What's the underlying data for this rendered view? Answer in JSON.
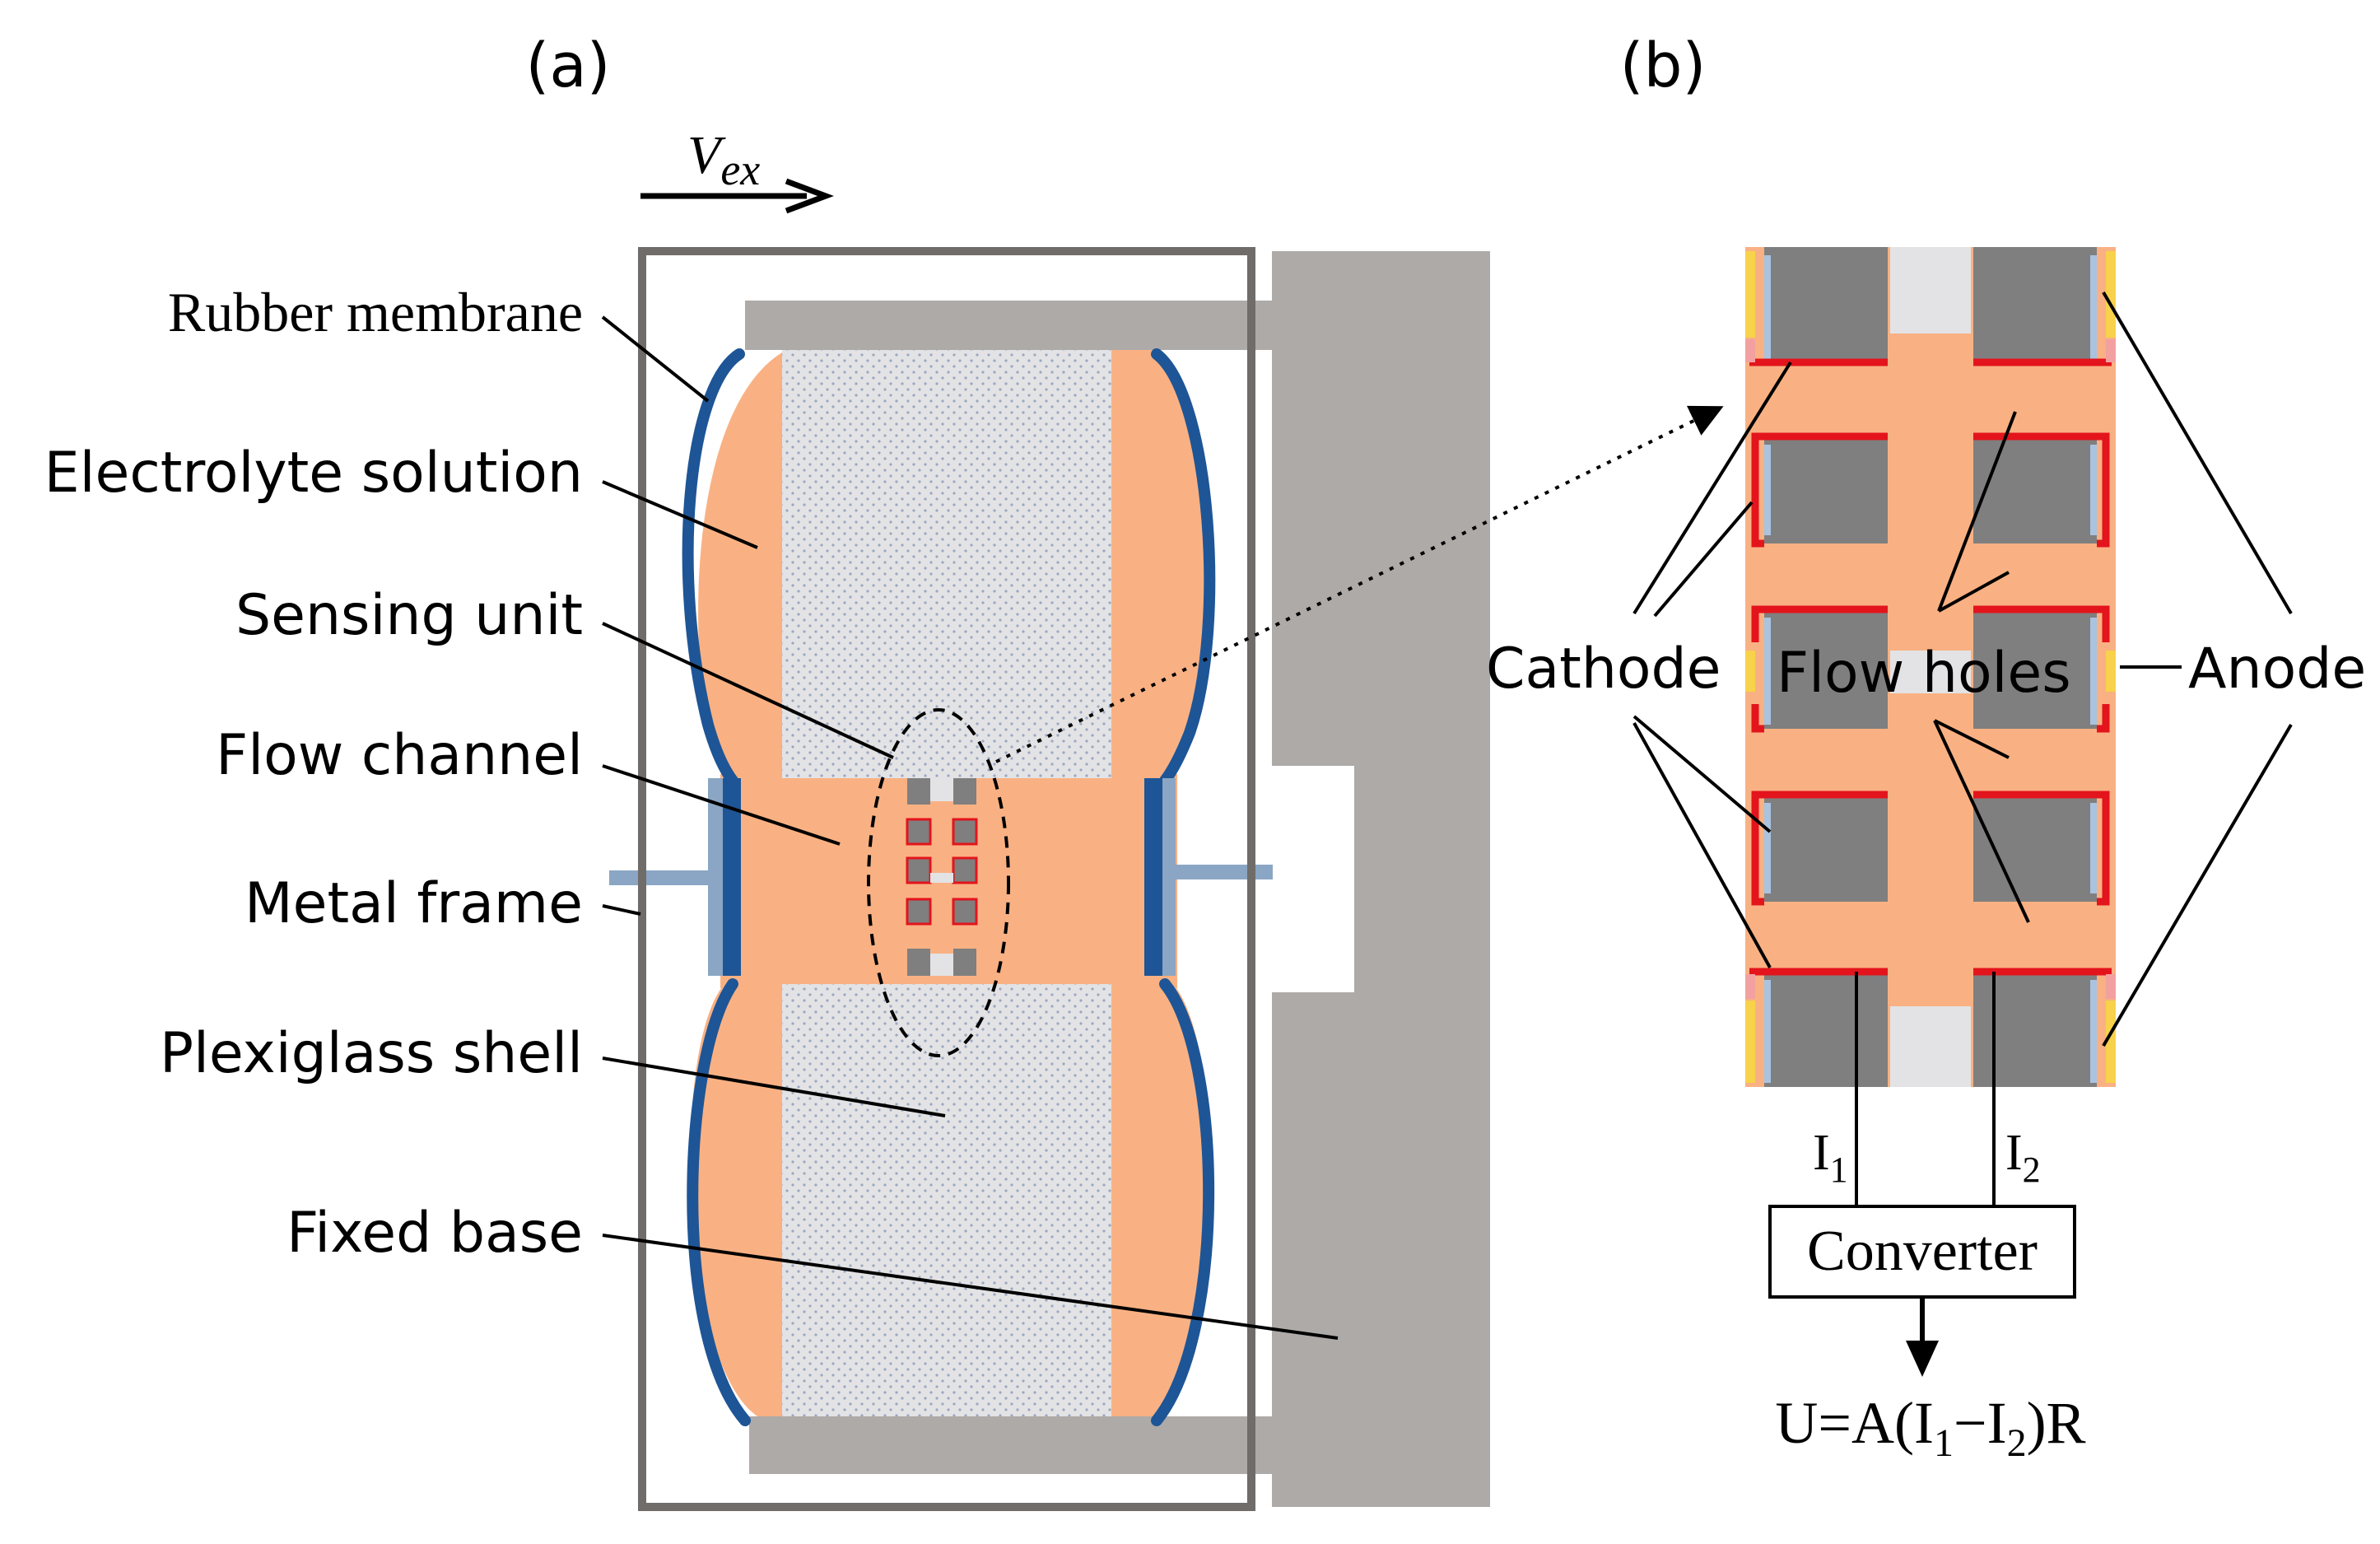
{
  "panels": {
    "a": "(a)",
    "b": "(b)"
  },
  "excitation": {
    "symbol": "V",
    "subscript": "ex"
  },
  "labels": {
    "rubber_membrane": "Rubber membrane",
    "electrolyte_solution": "Electrolyte solution",
    "sensing_unit": "Sensing unit",
    "flow_channel": "Flow channel",
    "metal_frame": "Metal frame",
    "plexiglass_shell": "Plexiglass shell",
    "fixed_base": "Fixed base",
    "cathode": "Cathode",
    "flow_holes": "Flow holes",
    "anode": "Anode",
    "converter": "Converter"
  },
  "currents": {
    "i1": {
      "symbol": "I",
      "subscript": "1"
    },
    "i2": {
      "symbol": "I",
      "subscript": "2"
    }
  },
  "equation": {
    "lhs": "U=A(I",
    "sub1": "1",
    "minus": "−I",
    "sub2": "2",
    "rhs": ")R"
  },
  "colors": {
    "electrolyte": "#f9b183",
    "plexiglass": "#e3e3e5",
    "membrane": "#1e5596",
    "frame": "#8aa6c4",
    "base": "#aeaaa8",
    "electrode": "#7f7f7f",
    "cathode_red": "#e3141c",
    "anode_yellow": "#f7d24a"
  }
}
